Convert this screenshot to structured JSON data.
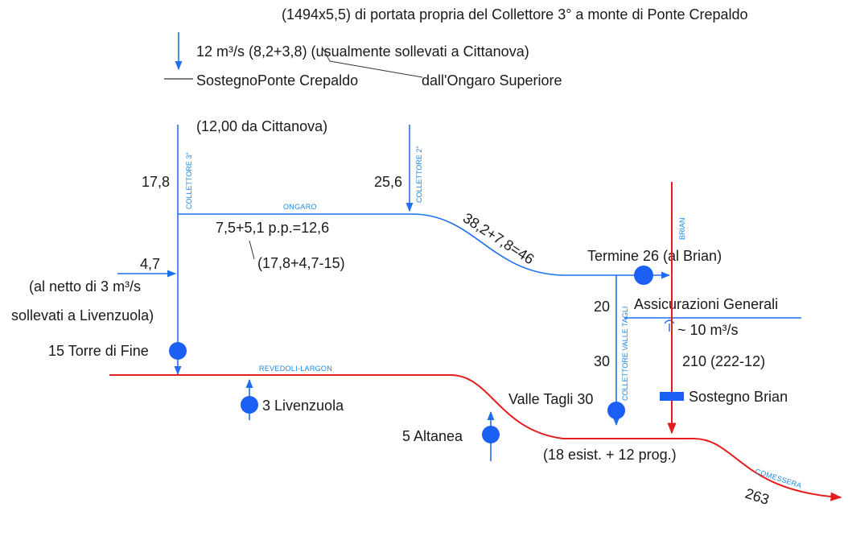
{
  "colors": {
    "blue": "#1e6ff0",
    "red": "#e41e1e",
    "station": "#1c5ff5",
    "text": "#1a1a1a",
    "channel_label": "#1e88e5"
  },
  "header": {
    "line1": "(1494x5,5) di portata propria del Collettore 3° a monte di Ponte Crepaldo",
    "line2": "12 m³/s (8,2+3,8) (usualmente sollevati a Cittanova)",
    "line3a": "SostegnoPonte Crepaldo",
    "line3b": "dall'Ongaro Superiore"
  },
  "channels": {
    "collettore3": "COLLETTORE 3°",
    "collettore2": "COLLETTORE 2°",
    "ongaro": "ONGARO",
    "brian": "BRIAN",
    "valle_tagli": "COLLETTORE VALLE TAGLI",
    "revedoli": "REVEDOLI-LARGON",
    "comessera": "COMESSERA"
  },
  "labels": {
    "cittanova": "(12,00 da Cittanova)",
    "v17_8": "17,8",
    "v25_6": "25,6",
    "ongaro_sum": "7,5+5,1 p.p.=12,6",
    "ongaro_calc": "(17,8+4,7-15)",
    "diag_sum": "38,2+7,8=46",
    "v4_7": "4,7",
    "netto1": "(al netto di 3 m³/s",
    "netto2": "sollevati a Livenzuola)",
    "v20": "20",
    "v30": "30",
    "assicurazioni": "Assicurazioni Generali",
    "ten": "~ 10 m³/s",
    "v210": "210 (222-12)",
    "esist": "(18 esist. + 12 prog.)",
    "v263": "263"
  },
  "stations": {
    "torre": "15 Torre di Fine",
    "livenzuola": "3 Livenzuola",
    "altanea": "5 Altanea",
    "valle_tagli": "Valle Tagli 30",
    "termine": "Termine 26 (al Brian)",
    "sostegno_brian": "Sostegno Brian"
  }
}
